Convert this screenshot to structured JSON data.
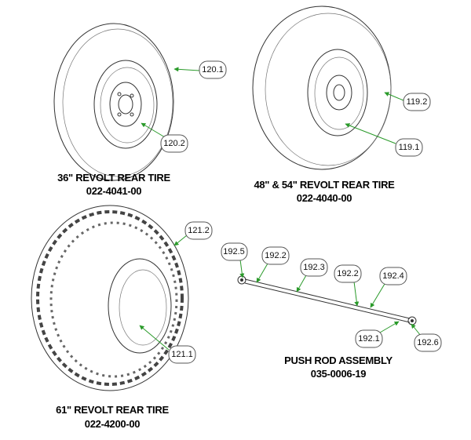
{
  "parts": [
    {
      "name": "36\" REVOLT REAR TIRE",
      "number": "022-4041-00",
      "callouts": [
        "120.1",
        "120.2"
      ]
    },
    {
      "name": "48\" & 54\" REVOLT REAR TIRE",
      "number": "022-4040-00",
      "callouts": [
        "119.2",
        "119.1"
      ]
    },
    {
      "name": "61\" REVOLT REAR TIRE",
      "number": "022-4200-00",
      "callouts": [
        "121.2",
        "121.1"
      ]
    },
    {
      "name": "PUSH ROD ASSEMBLY",
      "number": "035-0006-19",
      "callouts": [
        "192.5",
        "192.2",
        "192.3",
        "192.2",
        "192.4",
        "192.1",
        "192.6"
      ]
    }
  ],
  "colors": {
    "leader": "#2a9a2a"
  }
}
